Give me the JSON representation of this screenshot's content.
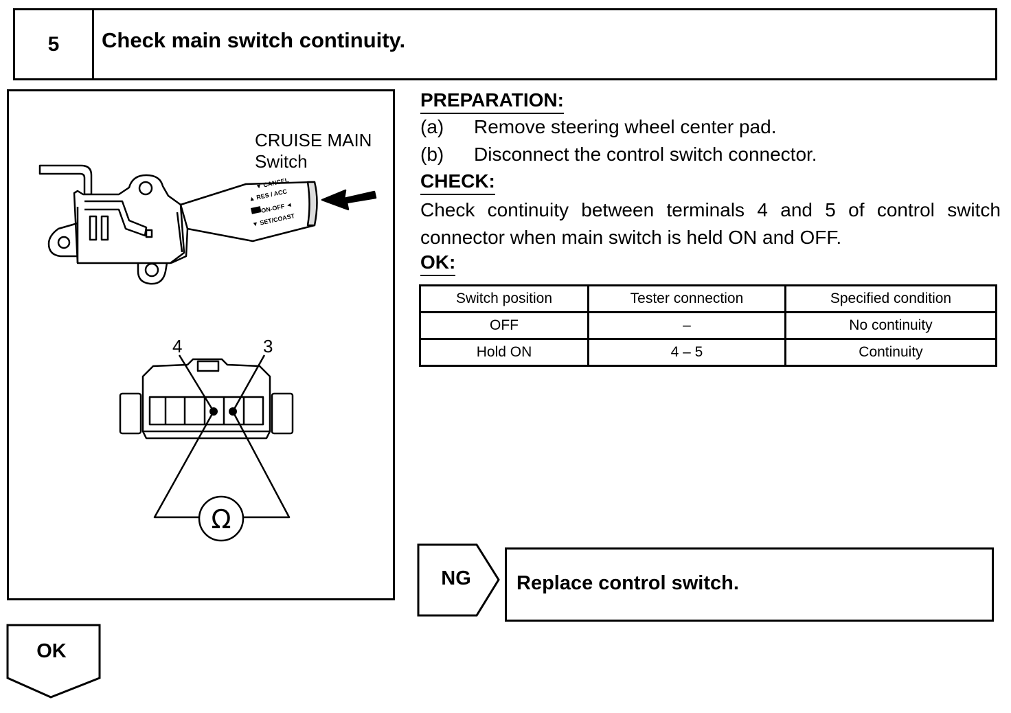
{
  "step": {
    "number": "5",
    "title": "Check main switch continuity."
  },
  "figure": {
    "switch_label_line1": "CRUISE MAIN",
    "switch_label_line2": "Switch",
    "lever_labels": [
      "▼ CANCEL",
      "▲ RES / ACC",
      "ON-OFF ◄",
      "▼ SET/COAST"
    ],
    "terminal_4": "4",
    "terminal_3": "3",
    "ohm_symbol": "Ω"
  },
  "preparation": {
    "heading": "PREPARATION:",
    "items": [
      {
        "label": "(a)",
        "text": "Remove steering wheel center pad."
      },
      {
        "label": "(b)",
        "text": "Disconnect the control switch connector."
      }
    ]
  },
  "check": {
    "heading": "CHECK:",
    "text": "Check continuity between terminals 4 and 5 of control switch connector when main switch is held ON and OFF."
  },
  "ok_spec": {
    "heading": "OK:",
    "columns": [
      "Switch position",
      "Tester connection",
      "Specified condition"
    ],
    "rows": [
      [
        "OFF",
        "–",
        "No continuity"
      ],
      [
        "Hold ON",
        "4 – 5",
        "Continuity"
      ]
    ]
  },
  "ng": {
    "tag": "NG",
    "action": "Replace control switch."
  },
  "ok_tag": "OK"
}
